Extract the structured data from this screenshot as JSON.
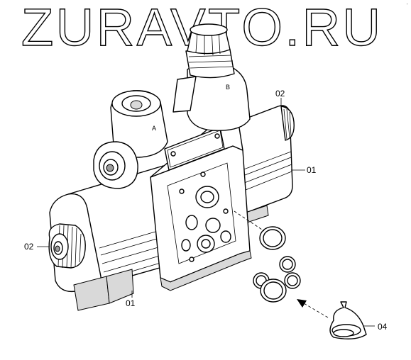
{
  "watermark": {
    "text": "ZURAVTO.RU"
  },
  "corner_mark": "-",
  "ports": {
    "a": "A",
    "b": "B"
  },
  "callouts": {
    "c01_right": "01",
    "c01_bottom": "01",
    "c02_top": "02",
    "c02_left": "02",
    "c04": "04"
  },
  "colors": {
    "line": "#000000",
    "watermark_fill": "#ffffff",
    "shade": "#d9d9d9"
  }
}
